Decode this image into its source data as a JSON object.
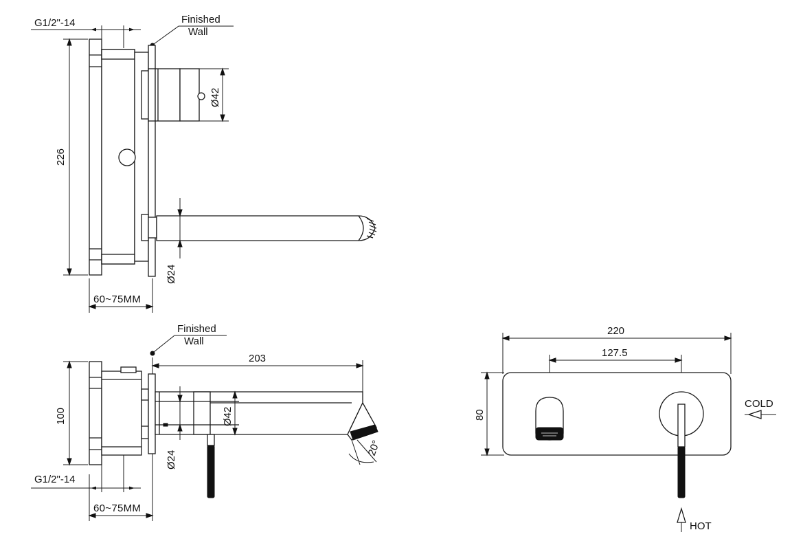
{
  "top_view": {
    "thread_label": "G1/2\"-14",
    "wall_label_line1": "Finished",
    "wall_label_line2": "Wall",
    "height_dim": "226",
    "handle_dia_dim": "Ø42",
    "spout_dia_dim": "Ø24",
    "depth_dim": "60~75MM"
  },
  "side_view": {
    "wall_label_line1": "Finished",
    "wall_label_line2": "Wall",
    "spout_length_dim": "203",
    "height_dim": "100",
    "handle_dia_dim": "Ø42",
    "spout_dia_dim": "Ø24",
    "angle_dim": "20°",
    "thread_label": "G1/2\"-14",
    "depth_dim": "60~75MM"
  },
  "front_view": {
    "width_dim": "220",
    "center_dim": "127.5",
    "height_dim": "80",
    "cold_label": "COLD",
    "hot_label": "HOT"
  }
}
